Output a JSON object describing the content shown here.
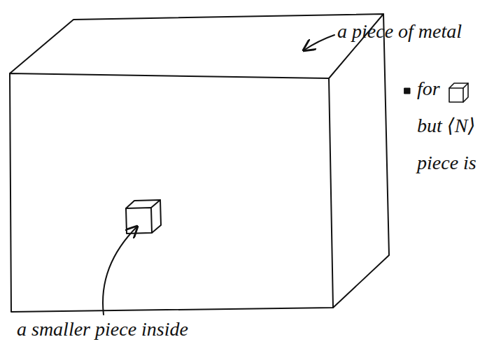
{
  "diagram": {
    "labels": [
      "a piece of metal",
      "for",
      "but ⟨N⟩",
      "piece is",
      "a smaller piece inside"
    ]
  }
}
